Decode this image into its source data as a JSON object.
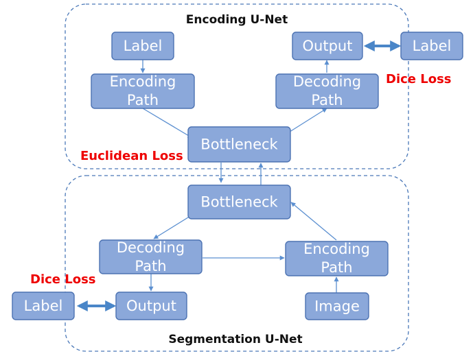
{
  "encoding_unet": {
    "title": "Encoding U-Net",
    "label": "Label",
    "encoding_path": [
      "Encoding",
      "Path"
    ],
    "bottleneck": "Bottleneck",
    "decoding_path": [
      "Decoding",
      "Path"
    ],
    "output": "Output",
    "output_label": "Label",
    "dice_loss": "Dice Loss",
    "euclidean_loss": "Euclidean Loss"
  },
  "segmentation_unet": {
    "title": "Segmentation U-Net",
    "bottleneck": "Bottleneck",
    "decoding_path": [
      "Decoding",
      "Path"
    ],
    "encoding_path": [
      "Encoding",
      "Path"
    ],
    "output": "Output",
    "label": "Label",
    "image": "Image",
    "dice_loss": "Dice Loss"
  },
  "colors": {
    "node_fill": "#8ba8da",
    "node_border": "#4c72b2",
    "arrow": "#5b8fd0",
    "loss_text": "#ee0000",
    "container_border": "#4a78b8"
  }
}
